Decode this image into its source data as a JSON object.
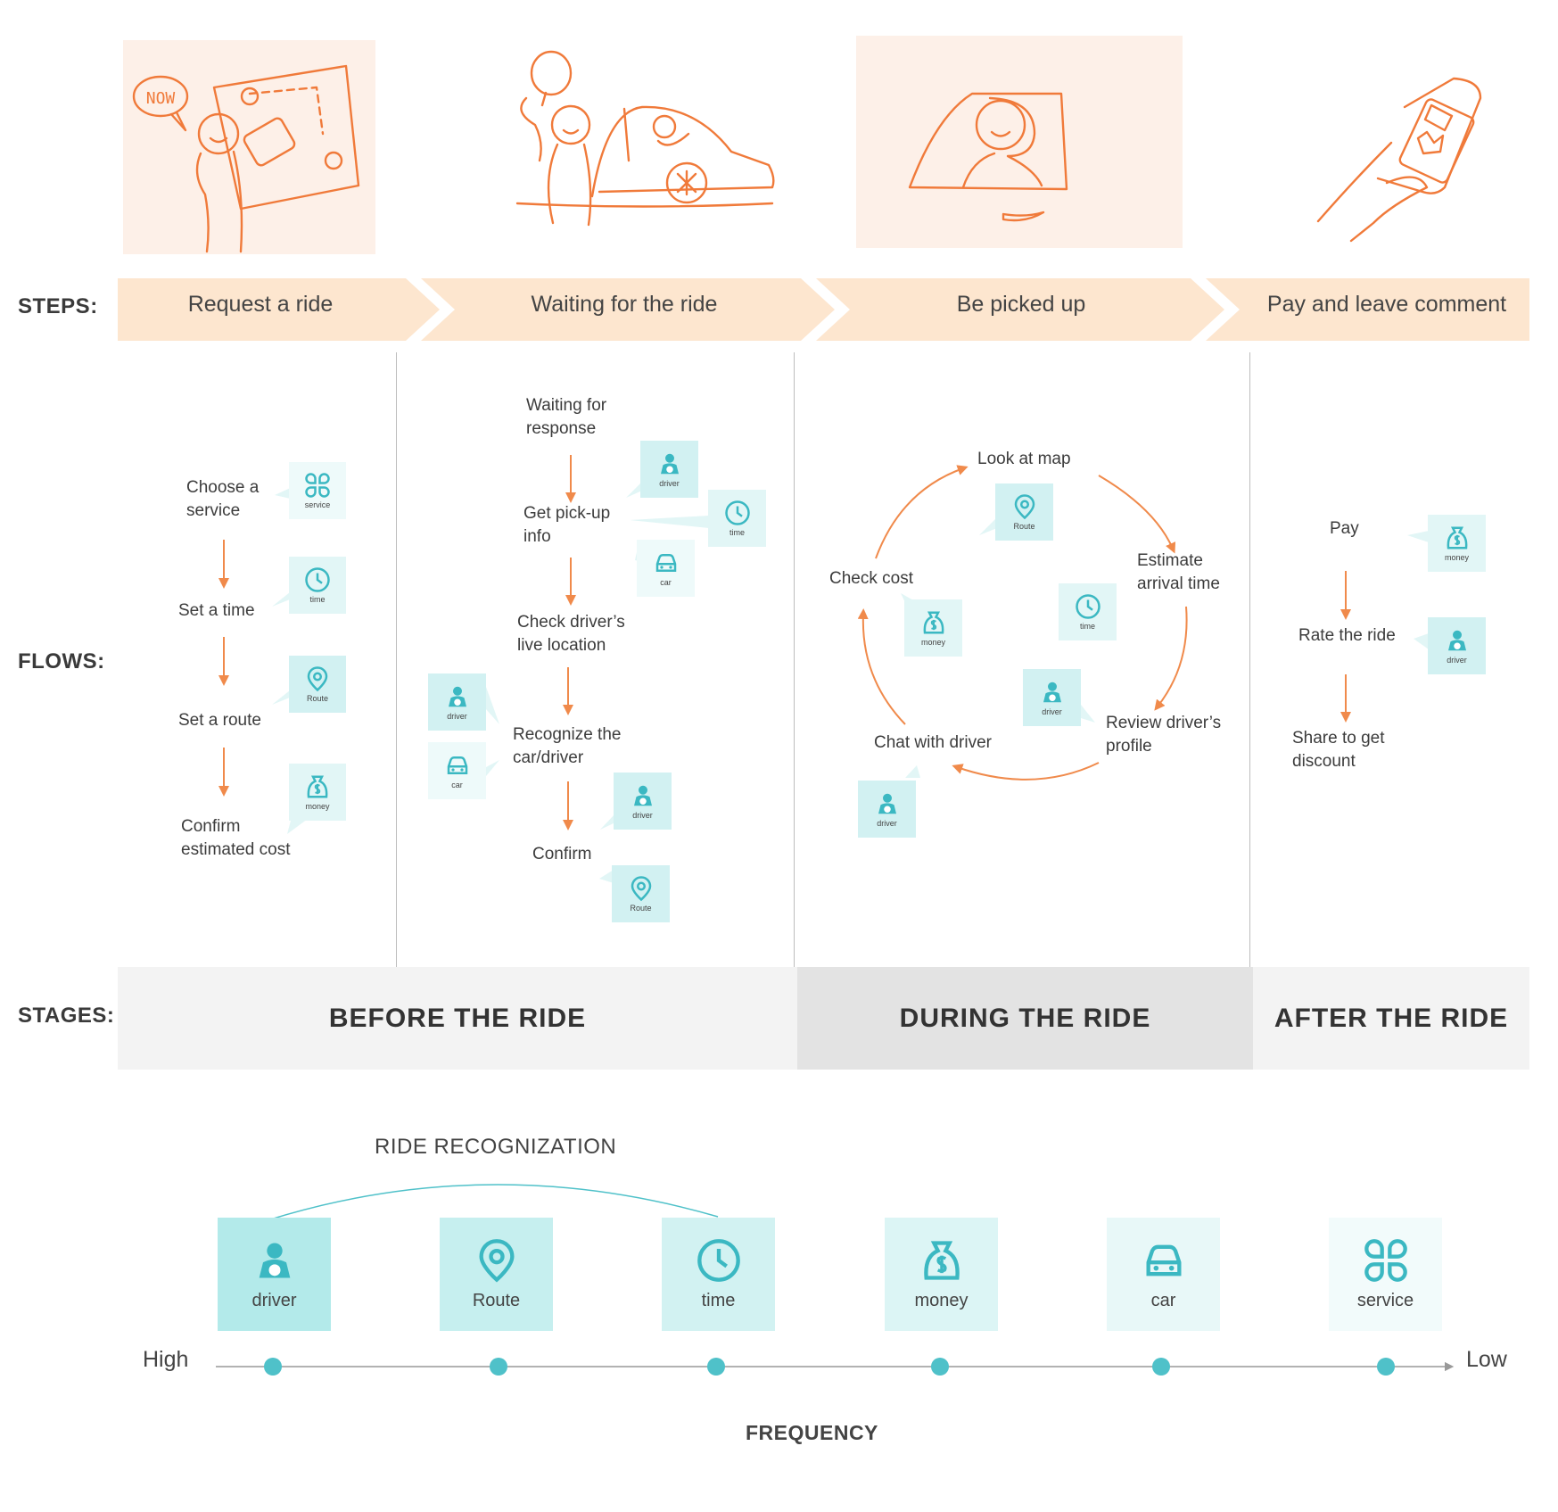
{
  "labels": {
    "steps": "STEPS:",
    "flows": "FLOWS:",
    "stages": "STAGES:"
  },
  "steps": [
    "Request a ride",
    "Waiting for the ride",
    "Be picked up",
    "Pay and leave comment"
  ],
  "sketches": [
    {
      "icon": "now-speech-bubble-icon",
      "text": "NOW"
    },
    {
      "icon": "waiting-car-icon"
    },
    {
      "icon": "driver-window-icon"
    },
    {
      "icon": "hand-phone-icon"
    }
  ],
  "flows": {
    "request": {
      "steps": [
        "Choose a\nservice",
        "Set a time",
        "Set a route",
        "Confirm\nestimated cost"
      ],
      "badges": [
        "service",
        "time",
        "Route",
        "money"
      ]
    },
    "waiting": {
      "steps": [
        "Waiting for\nresponse",
        "Get pick-up\ninfo",
        "Check driver’s\nlive location",
        "Recognize the\ncar/driver",
        "Confirm"
      ],
      "badges": [
        "driver",
        "time",
        "car",
        "driver",
        "car",
        "driver",
        "Route"
      ]
    },
    "pickup": {
      "steps": [
        "Look at map",
        "Estimate\narrival time",
        "Review driver’s\nprofile",
        "Chat with driver",
        "Check cost"
      ],
      "badges": [
        "Route",
        "time",
        "driver",
        "driver",
        "money"
      ]
    },
    "pay": {
      "steps": [
        "Pay",
        "Rate the ride",
        "Share to get\ndiscount"
      ],
      "badges": [
        "money",
        "driver"
      ]
    }
  },
  "stages": [
    "BEFORE THE RIDE",
    "DURING THE RIDE",
    "AFTER THE RIDE"
  ],
  "frequency": {
    "group_label": "RIDE RECOGNIZATION",
    "items": [
      {
        "label": "driver",
        "icon": "driver-icon",
        "color": "#b3eaea"
      },
      {
        "label": "Route",
        "icon": "route-pin-icon",
        "color": "#c6efef"
      },
      {
        "label": "time",
        "icon": "clock-icon",
        "color": "#d2f2f2"
      },
      {
        "label": "money",
        "icon": "money-bag-icon",
        "color": "#dcf5f5"
      },
      {
        "label": "car",
        "icon": "car-icon",
        "color": "#e8f8f8"
      },
      {
        "label": "service",
        "icon": "service-grid-icon",
        "color": "#f2fbfb"
      }
    ],
    "high": "High",
    "low": "Low",
    "axis_label": "FREQUENCY"
  },
  "colors": {
    "accent_orange": "#f08a4b",
    "step_band": "#fde6cf",
    "badge_teal": "#d2f1f2",
    "icon_teal": "#3bb8c2",
    "stage_light": "#f3f3f3",
    "stage_dark": "#e3e3e3"
  }
}
